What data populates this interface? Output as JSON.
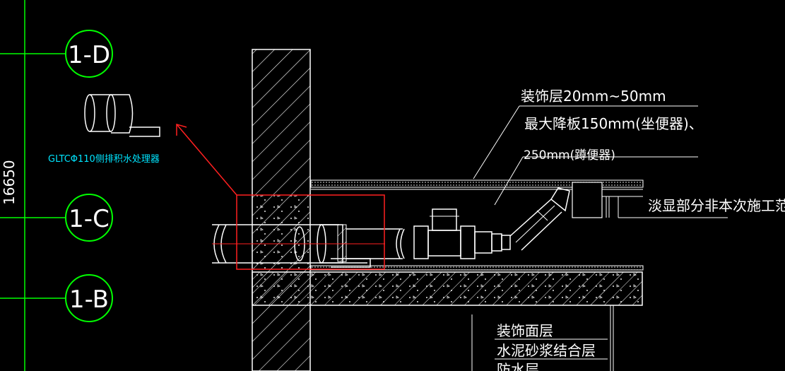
{
  "grid_axes": [
    "1-D",
    "1-C",
    "1-B"
  ],
  "dimension_text": "16650",
  "colors": {
    "background": "#000000",
    "grid_green": "#00ff00",
    "detail_red": "#ff2020",
    "label_cyan": "#00e5ff",
    "line_white": "#ffffff"
  },
  "labels": {
    "device_name": "GLTCΦ110侧排积水处理器",
    "decor_layer": "装饰层20mm~50mm",
    "max_drop": "最大降板150mm(坐便器)、",
    "squat_drop": "250mm(蹲便器)",
    "scope_note": "淡显部分非本次施工范围",
    "layer_1": "装饰面层",
    "layer_2": "水泥砂浆结合层",
    "layer_3": "防水层"
  }
}
